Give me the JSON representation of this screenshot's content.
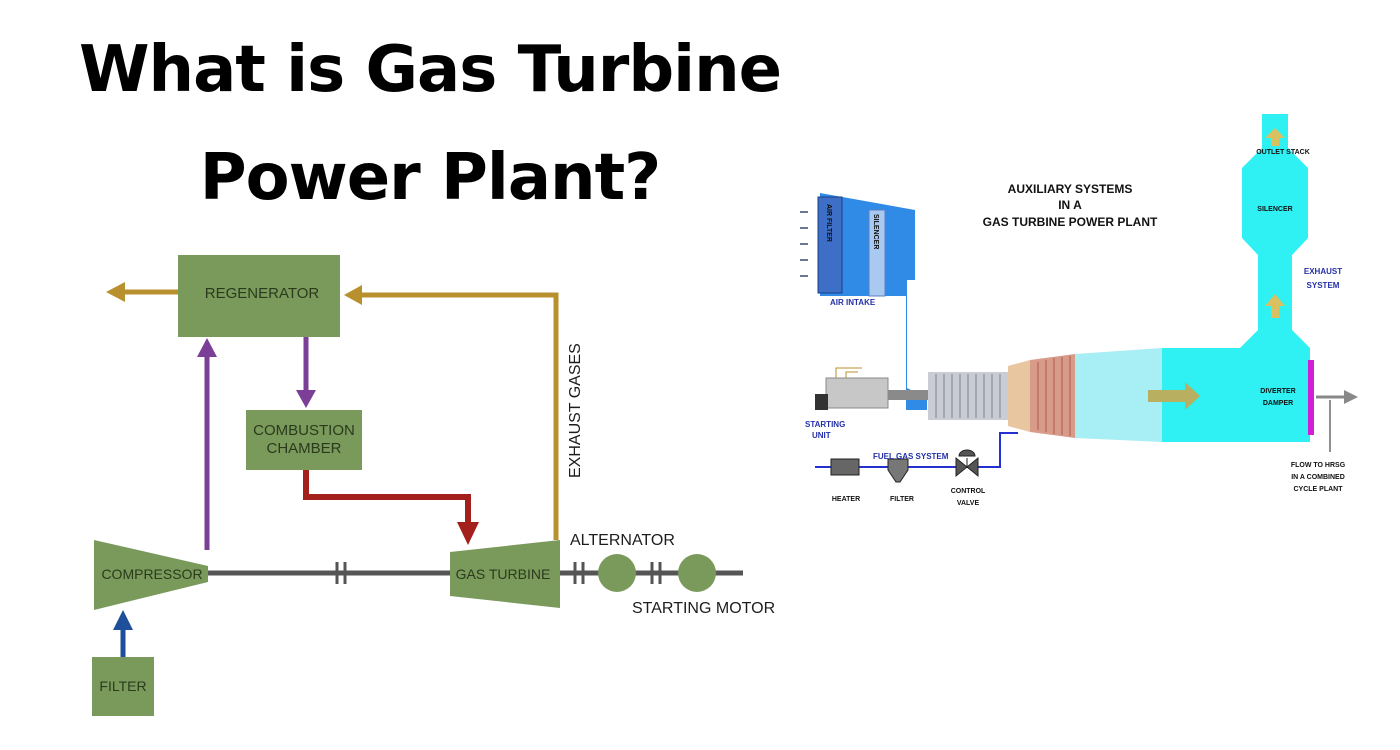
{
  "title": {
    "line1": "What is Gas Turbine",
    "line2": "Power Plant?"
  },
  "left_diagram": {
    "regenerator": "REGENERATOR",
    "combustion_line1": "COMBUSTION",
    "combustion_line2": "CHAMBER",
    "exhaust_gases": "EXHAUST GASES",
    "compressor": "COMPRESSOR",
    "gas_turbine": "GAS TURBINE",
    "alternator": "ALTERNATOR",
    "starting_motor": "STARTING MOTOR",
    "filter": "FILTER",
    "colors": {
      "box": "#7a9a5c",
      "exhaust": "#b8902d",
      "flow_purple": "#7b3f98",
      "flow_red": "#a4201c",
      "flow_blue": "#1f4f9a",
      "shaft": "#555555"
    }
  },
  "right_diagram": {
    "heading_line1": "AUXILIARY  SYSTEMS",
    "heading_line2": "IN A",
    "heading_line3": "GAS  TURBINE POWER PLANT",
    "air_filter": "AIR FILTER",
    "silencer_vertical": "SILENCER",
    "air_intake": "AIR INTAKE",
    "starting_unit_line1": "STARTING",
    "starting_unit_line2": "UNIT",
    "fuel_gas_system": "FUEL GAS SYSTEM",
    "heater": "HEATER",
    "filter": "FILTER",
    "control_valve_line1": "CONTROL",
    "control_valve_line2": "VALVE",
    "outlet_stack": "OUTLET STACK",
    "silencer": "SILENCER",
    "exhaust_system_line1": "EXHAUST",
    "exhaust_system_line2": "SYSTEM",
    "diverter_line1": "DIVERTER",
    "diverter_line2": "DAMPER",
    "flow_line1": "FLOW TO HRSG",
    "flow_line2": "IN A COMBINED",
    "flow_line3": "CYCLE PLANT",
    "colors": {
      "intake": "#2f8be6",
      "exhaust": "#2ff0f2",
      "label_blue": "#2430a8",
      "damper": "#d21fd6"
    }
  }
}
